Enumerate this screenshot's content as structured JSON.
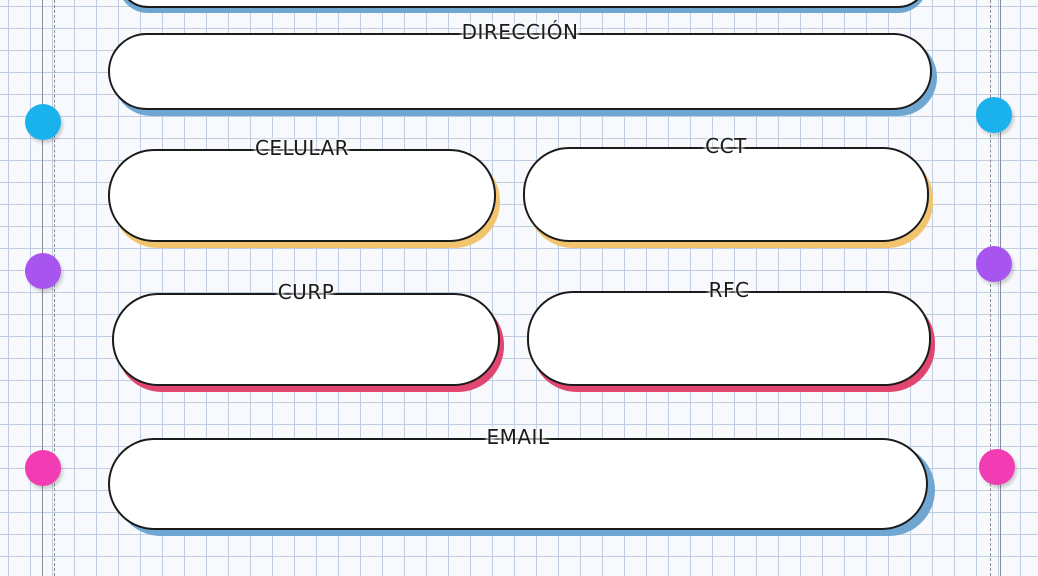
{
  "fields": {
    "direccion": {
      "label": "DIRECCIÓN",
      "value": ""
    },
    "celular": {
      "label": "CELULAR",
      "value": ""
    },
    "cct": {
      "label": "CCT",
      "value": ""
    },
    "curp": {
      "label": "CURP",
      "value": ""
    },
    "rfc": {
      "label": "RFC",
      "value": ""
    },
    "email": {
      "label": "EMAIL",
      "value": ""
    }
  },
  "colors": {
    "blue_shadow": "#6fa6d2",
    "yellow_shadow": "#f3c46e",
    "pink_shadow": "#e0466f",
    "dot_cyan": "#1ab2ec",
    "dot_purple": "#a855f0",
    "dot_magenta": "#f23cb3"
  }
}
